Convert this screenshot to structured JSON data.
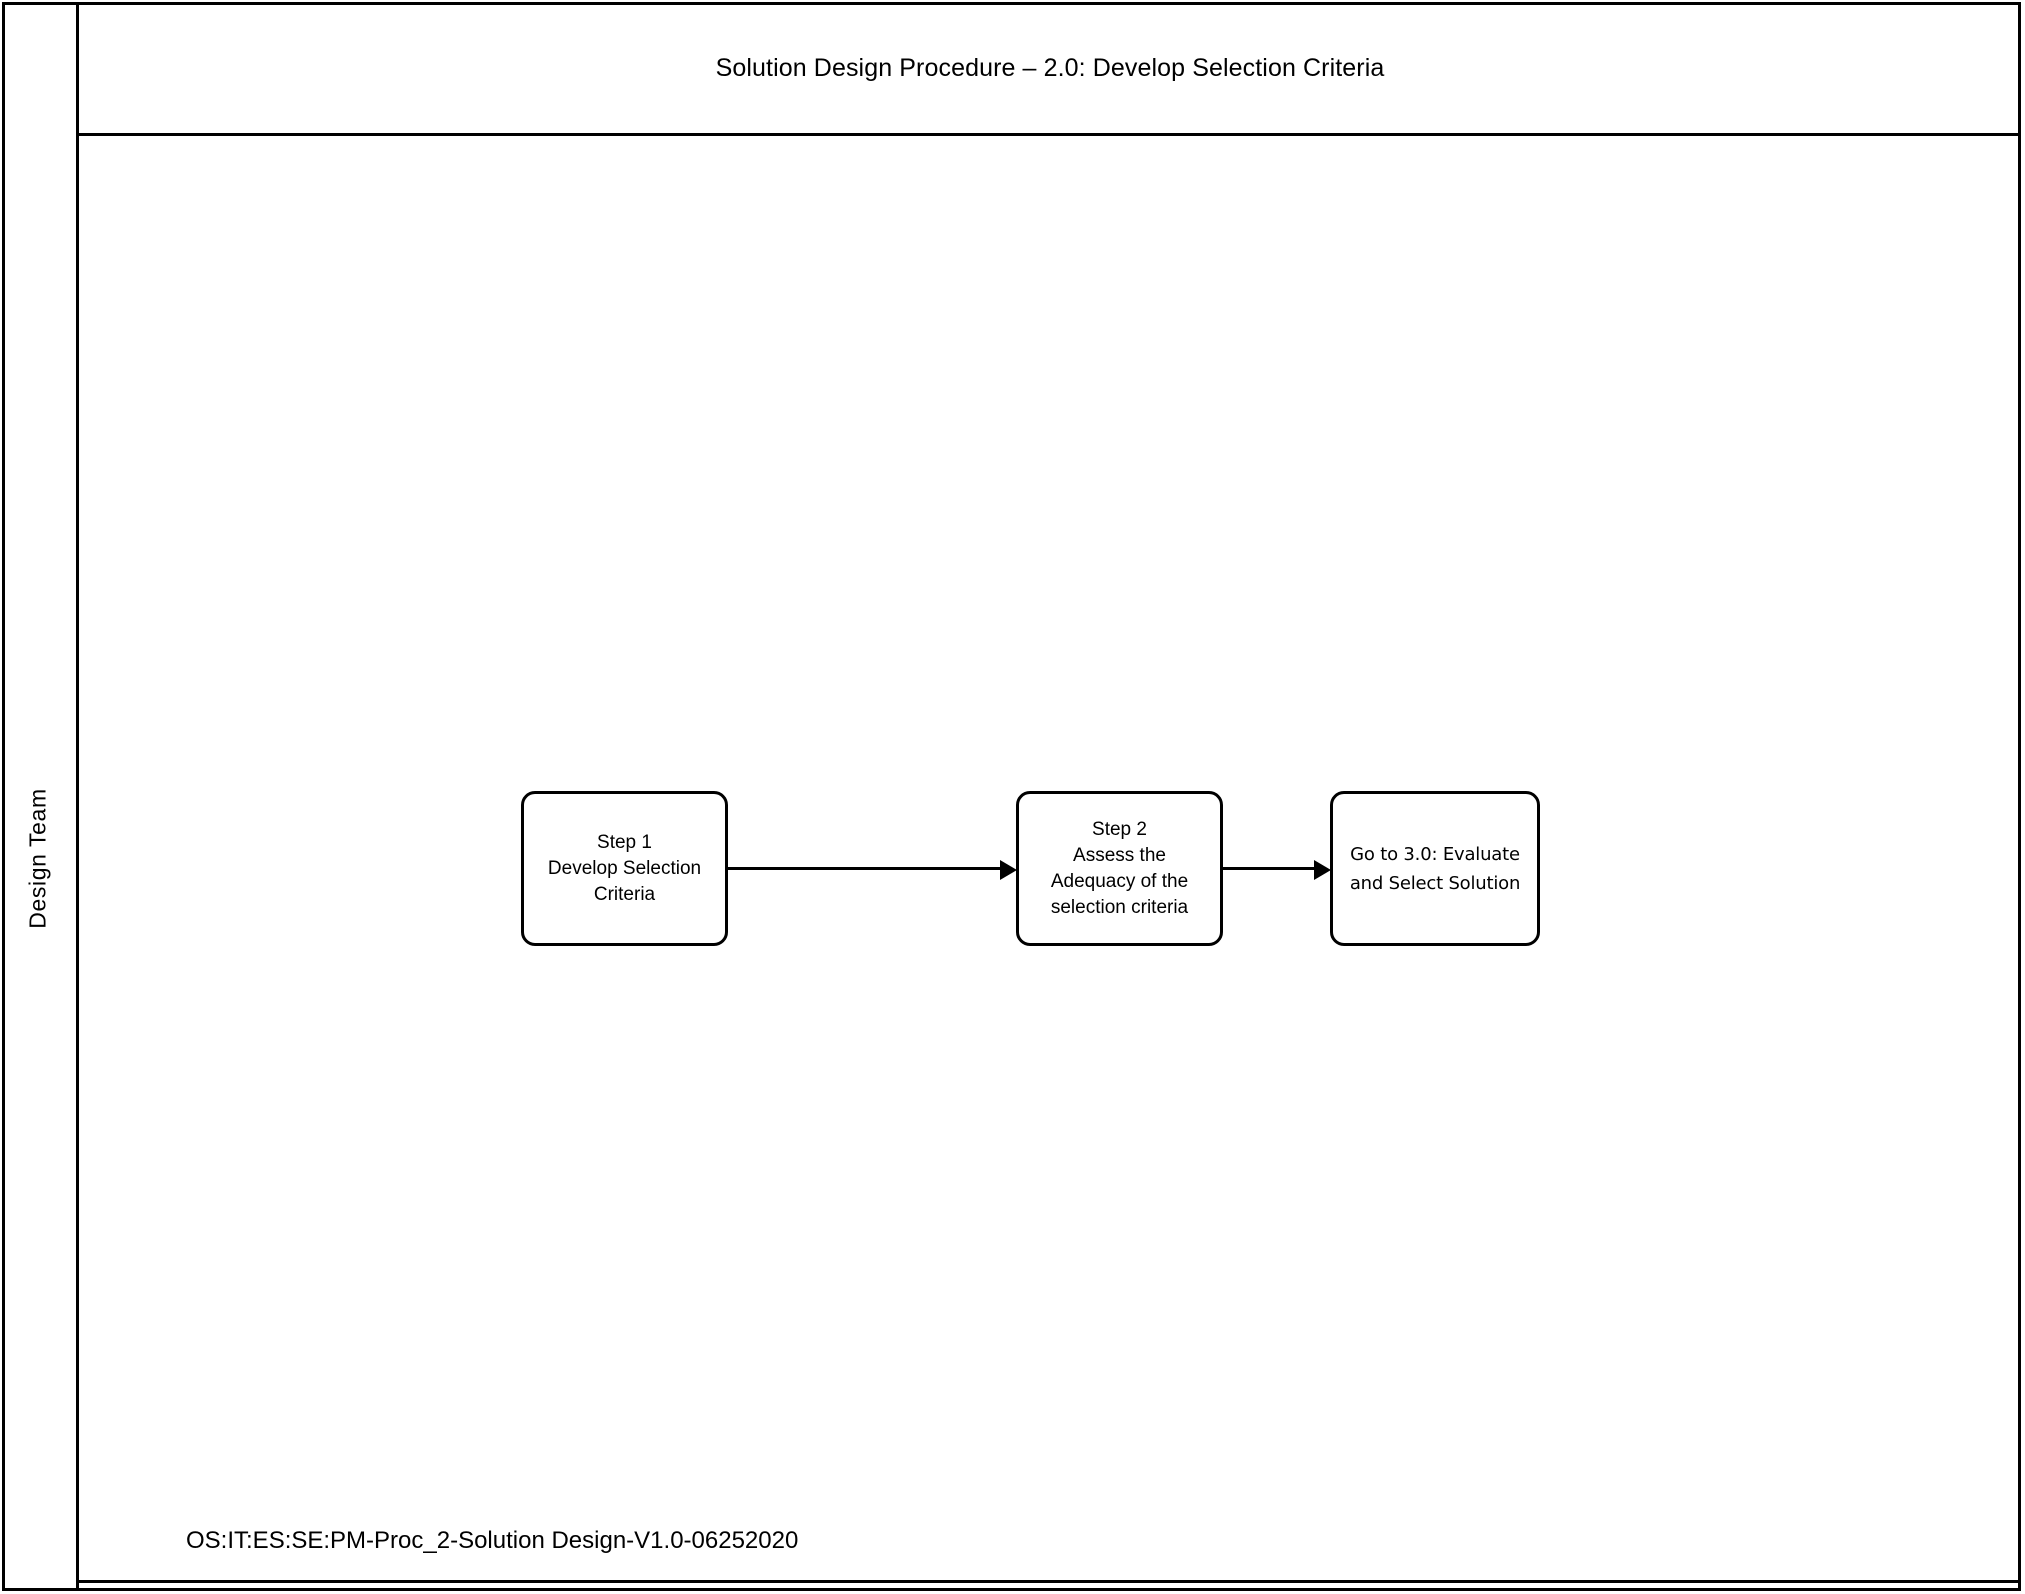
{
  "document": {
    "title": "Solution Design Procedure – 2.0: Develop Selection Criteria",
    "footer": "OS:IT:ES:SE:PM-Proc_2-Solution Design-V1.0-06252020"
  },
  "diagram": {
    "type": "swimlane-flowchart",
    "lanes": [
      {
        "label": "Design Team",
        "orientation": "vertical-text"
      }
    ],
    "nodes": [
      {
        "id": "step1",
        "shape": "rounded-rectangle",
        "text": "Step 1\nDevelop Selection\nCriteria",
        "lines": [
          "Step 1",
          "Develop Selection",
          "Criteria"
        ]
      },
      {
        "id": "step2",
        "shape": "rounded-rectangle",
        "text": "Step 2\nAssess the\nAdequacy of the\nselection criteria",
        "lines": [
          "Step 2",
          "Assess the",
          "Adequacy of the",
          "selection criteria"
        ]
      },
      {
        "id": "goto3",
        "shape": "rounded-rectangle",
        "text": "Go to 3.0: Evaluate\nand Select Solution",
        "lines": [
          "Go to 3.0: Evaluate",
          "and Select Solution"
        ]
      }
    ],
    "edges": [
      {
        "id": "edge-1",
        "from": "step1",
        "to": "step2",
        "style": "solid-arrow",
        "label": ""
      },
      {
        "id": "edge-2",
        "from": "step2",
        "to": "goto3",
        "style": "solid-arrow",
        "label": ""
      }
    ],
    "colors": {
      "stroke": "#000000",
      "fill": "#ffffff",
      "text": "#000000"
    }
  }
}
